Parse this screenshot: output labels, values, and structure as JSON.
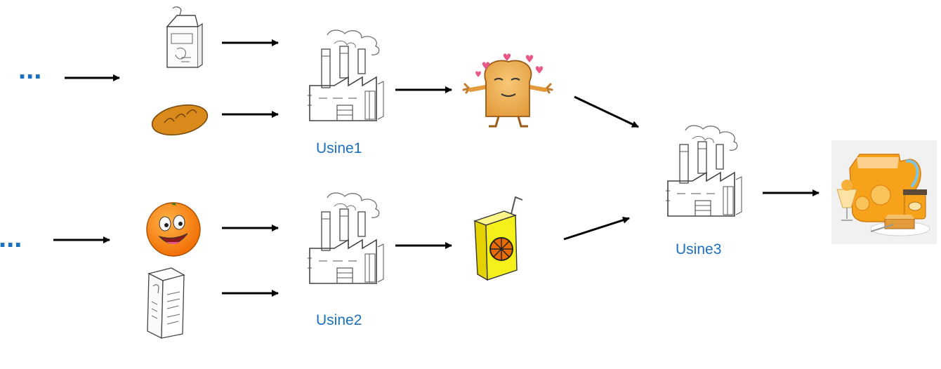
{
  "colors": {
    "label": "#1a6fbf",
    "arrow": "#000000",
    "sketch": "#555555",
    "bread": "#d98a1b",
    "toast": "#f2b45a",
    "orange": "#f57c0c",
    "juice_box": "#f5ef1a",
    "heart": "#e8568a"
  },
  "inputs": {
    "row1_more": "...",
    "row2_more": "..."
  },
  "factories": {
    "usine1": "Usine1",
    "usine2": "Usine2",
    "usine3": "Usine3"
  },
  "icons": {
    "milk": "milk-carton-icon",
    "bread": "bread-icon",
    "orange": "orange-icon",
    "sugar": "sugar-box-icon",
    "toast": "toast-icon",
    "juice": "juice-box-icon",
    "breakfast": "breakfast-icon",
    "factory": "factory-icon"
  }
}
